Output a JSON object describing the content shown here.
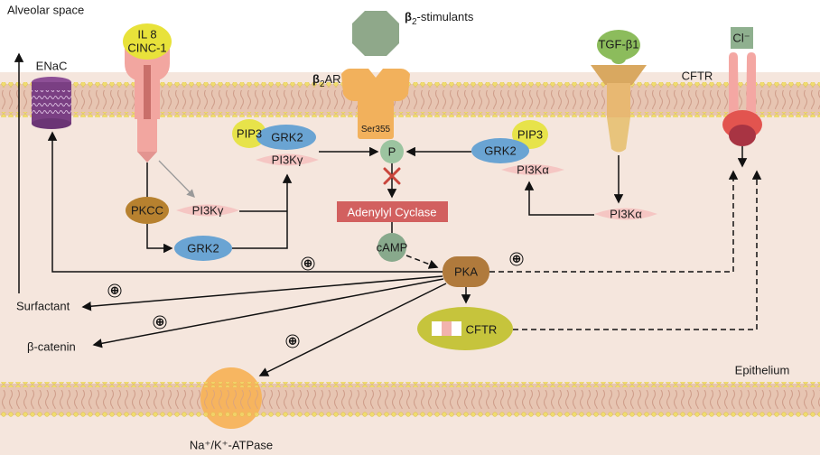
{
  "regions": {
    "top": "Alveolar space",
    "bottom": "Epithelium"
  },
  "labels": {
    "enac": "ENaC",
    "il8": "IL 8",
    "cinc1": "CINC-1",
    "b2stim_prefix": "β",
    "b2stim_sub": "2",
    "b2stim_suffix": "-stimulants",
    "b2ar_prefix": "β",
    "b2ar_sub": "2",
    "b2ar_suffix": "AR",
    "ser355": "Ser355",
    "tgf": "TGF-β1",
    "cl": "Cl⁻",
    "cftr_top": "CFTR",
    "pip3_left": "PIP3",
    "grk2_left": "GRK2",
    "pi3kg_top": "PI3Kγ",
    "p": "P",
    "pip3_right": "PIP3",
    "grk2_right": "GRK2",
    "pi3ka_top": "PI3Kα",
    "pkcc": "PKCC",
    "pi3kg_mid": "PI3Kγ",
    "adenylyl": "Adenylyl Cyclase",
    "pi3ka_mid": "PI3Kα",
    "grk2_low": "GRK2",
    "camp": "cAMP",
    "pka": "PKA",
    "surfactant": "Surfactant",
    "bcatenin": "β-catenin",
    "cftr_bottom": "CFTR",
    "atpase": "Na⁺/K⁺-ATPase",
    "plus": "⊕"
  },
  "colors": {
    "background": "#f5e6dd",
    "membrane": "#e7c5b2",
    "lipid_head": "#f0dc6e",
    "pka": "#b07a3c",
    "adenylyl": "#d2605f",
    "grk2": "#6aa4d3",
    "pip3": "#e7e34a",
    "pi3k": "#f5c6c3",
    "p_node": "#9cc4a0",
    "camp": "#88a98c",
    "pkcc": "#b7812f",
    "enac": "#7a3f83",
    "il8": "#e8e23a",
    "receptor": "#f2a6a0",
    "b2stim": "#8fa88a",
    "b2ar": "#f2b15c",
    "tgf": "#8cbc5c",
    "tgf_receptor": "#e8b872",
    "cftr": "#f4a7a3",
    "cftr_bottom": "#c6c43c",
    "atpase": "#f7b35a",
    "inhibit": "#c9453c"
  }
}
